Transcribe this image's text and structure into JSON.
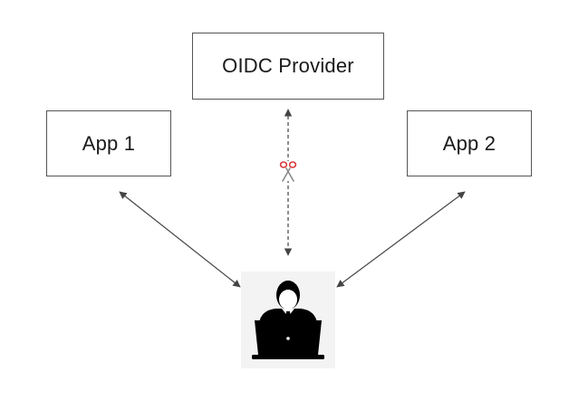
{
  "nodes": {
    "oidc_provider": {
      "label": "OIDC Provider"
    },
    "app1": {
      "label": "App 1"
    },
    "app2": {
      "label": "App 2"
    }
  },
  "edges": [
    {
      "from": "user",
      "to": "app1",
      "style": "solid",
      "direction": "bidirectional"
    },
    {
      "from": "user",
      "to": "app2",
      "style": "solid",
      "direction": "bidirectional"
    },
    {
      "from": "user",
      "to": "oidc_provider",
      "style": "dashed",
      "direction": "bidirectional",
      "marker": "scissors-icon"
    }
  ],
  "icons": {
    "user": "user-with-laptop-icon",
    "cut": "scissors-icon"
  },
  "colors": {
    "box_border": "#555555",
    "arrow": "#444444",
    "scissors_handles": "#d9383a",
    "icon": "#000000"
  }
}
